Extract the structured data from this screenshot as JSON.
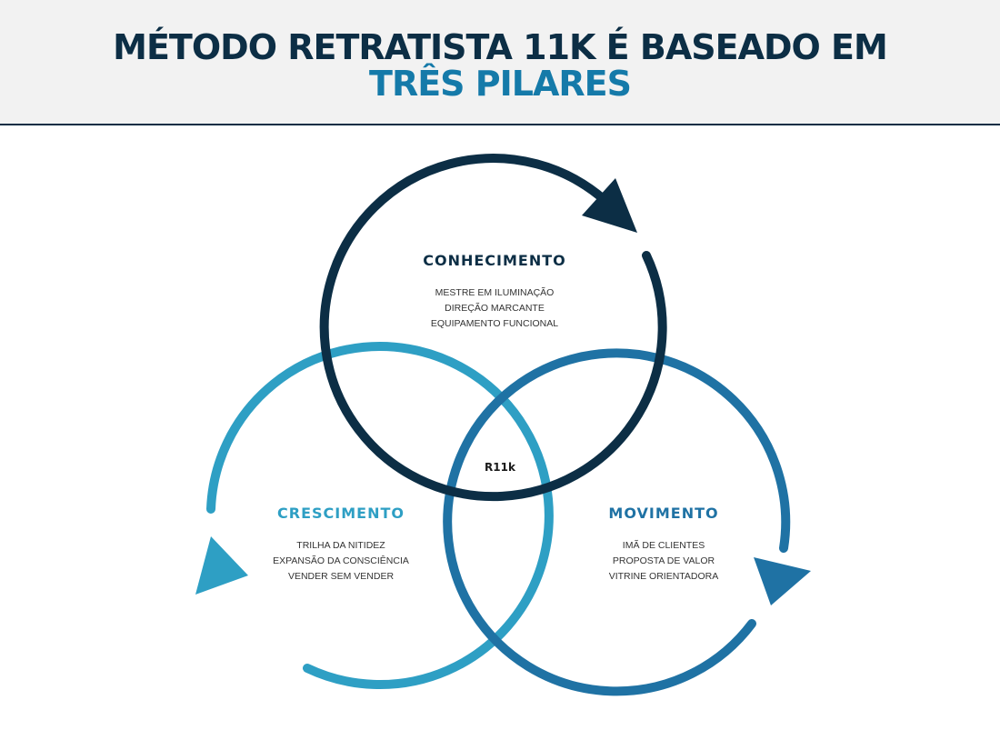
{
  "header": {
    "title_line1": "MÉTODO RETRATISTA 11K É BASEADO EM",
    "title_line2": "TRÊS PILARES"
  },
  "colors": {
    "dark": "#0c2e45",
    "mid": "#1f72a4",
    "light": "#2e9fc4"
  },
  "center": {
    "label": "R11k"
  },
  "pillars": [
    {
      "title": "CONHECIMENTO",
      "items": [
        "MESTRE EM ILUMINAÇÃO",
        "DIREÇÃO MARCANTE",
        "EQUIPAMENTO FUNCIONAL"
      ]
    },
    {
      "title": "CRESCIMENTO",
      "items": [
        "TRILHA DA NITIDEZ",
        "EXPANSÃO DA CONSCIÊNCIA",
        "VENDER SEM VENDER"
      ]
    },
    {
      "title": "MOVIMENTO",
      "items": [
        "IMÃ DE CLIENTES",
        "PROPOSTA DE VALOR",
        "VITRINE ORIENTADORA"
      ]
    }
  ]
}
